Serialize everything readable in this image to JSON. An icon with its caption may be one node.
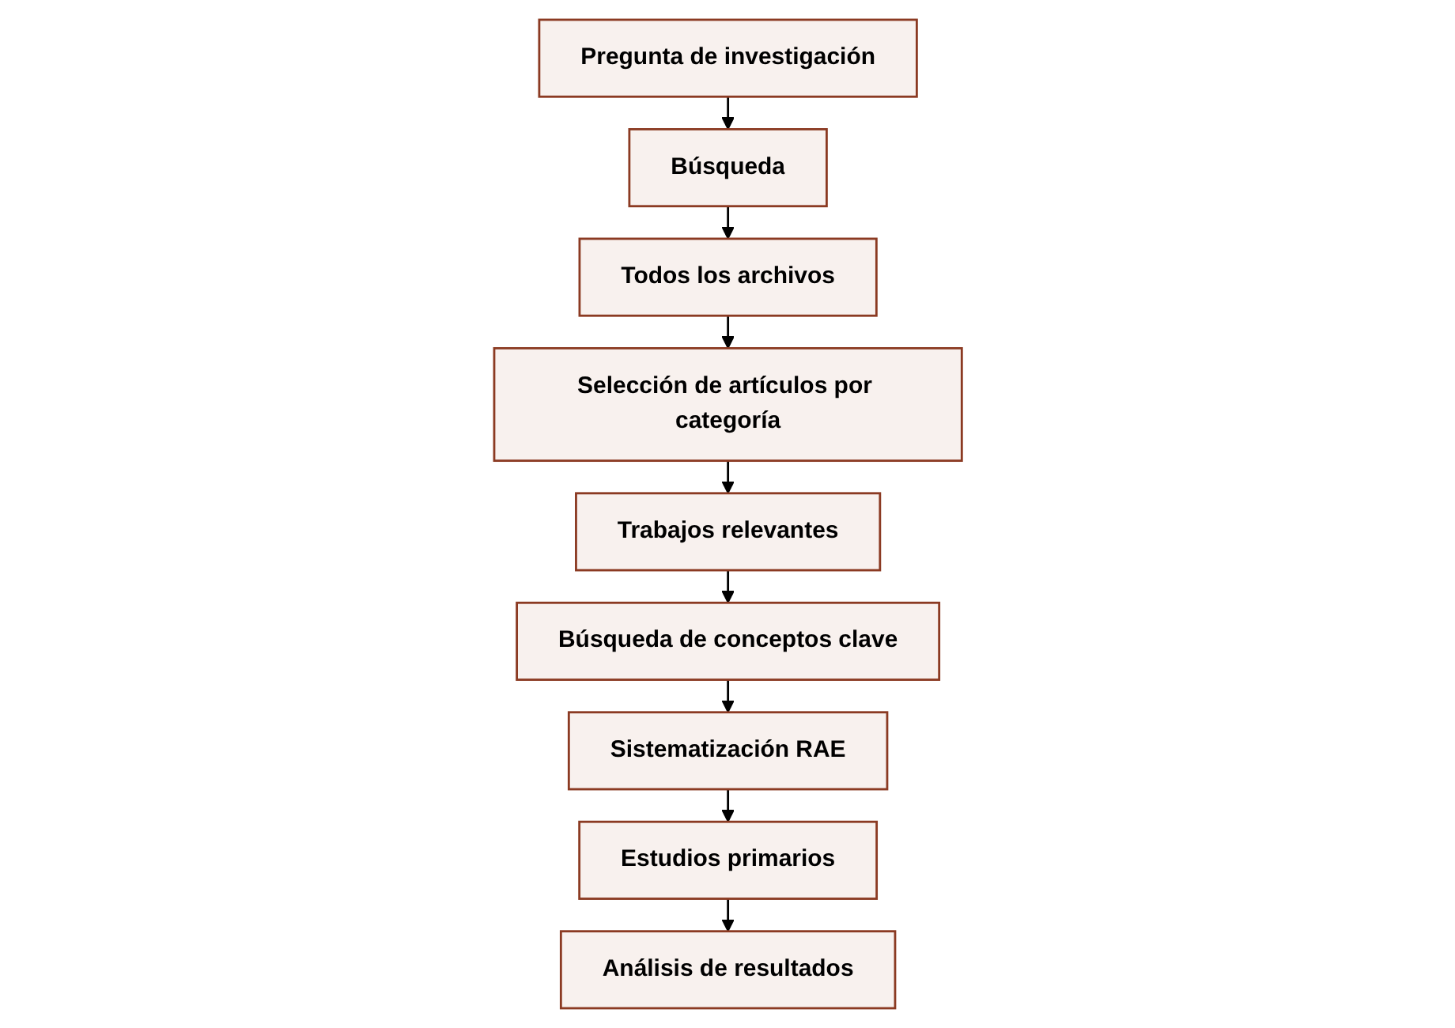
{
  "diagram": {
    "nodes": [
      {
        "text": [
          "Pregunta de investigación"
        ]
      },
      {
        "text": [
          "Búsqueda"
        ]
      },
      {
        "text": [
          "Todos los archivos"
        ]
      },
      {
        "text": [
          "Selección de artículos por categoría"
        ]
      },
      {
        "text": [
          "Trabajos relevantes"
        ]
      },
      {
        "text": [
          "Búsqueda de conceptos clave"
        ]
      },
      {
        "text": [
          "Sistematización RAE"
        ]
      },
      {
        "text": [
          "Estudios primarios"
        ]
      },
      {
        "text": [
          "Análisis de resultados"
        ]
      }
    ],
    "edges": [
      {
        "from": 0,
        "to": 1,
        "arrow": "to"
      },
      {
        "from": 1,
        "to": 2,
        "arrow": "to"
      },
      {
        "from": 2,
        "to": 3,
        "arrow": "to"
      },
      {
        "from": 3,
        "to": 4,
        "arrow": "to"
      },
      {
        "from": 4,
        "to": 5,
        "arrow": "to"
      },
      {
        "from": 5,
        "to": 6,
        "arrow": "to"
      },
      {
        "from": 6,
        "to": 7,
        "arrow": "to"
      },
      {
        "from": 7,
        "to": 8,
        "arrow": "to"
      }
    ]
  }
}
